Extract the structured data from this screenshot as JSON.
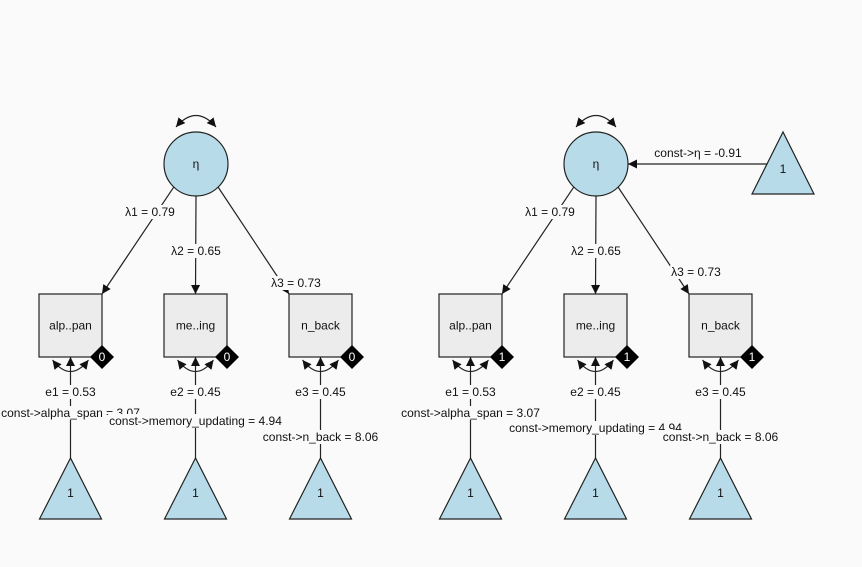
{
  "colors": {
    "background": "#fafafa",
    "latent_fill": "#b7dbe9",
    "manifest_fill": "#ececec",
    "constant_fill": "#b7dbe9",
    "stroke": "#222222",
    "diamond_fill": "#000000"
  },
  "models": [
    {
      "name": "model-left",
      "latent": {
        "label": "η"
      },
      "latent_mean": null,
      "loadings": [
        {
          "label": "λ1 = 0.79"
        },
        {
          "label": "λ2 = 0.65"
        },
        {
          "label": "λ3 = 0.73"
        }
      ],
      "indicators": [
        {
          "label": "alp..pan",
          "full": "alpha_span",
          "diamond": "0",
          "error": "e1 = 0.53",
          "intercept": "const->alpha_span = 3.07",
          "constant": "1"
        },
        {
          "label": "me..ing",
          "full": "memory_updating",
          "diamond": "0",
          "error": "e2 = 0.45",
          "intercept": "const->memory_updating = 4.94",
          "constant": "1"
        },
        {
          "label": "n_back",
          "full": "n_back",
          "diamond": "0",
          "error": "e3 = 0.45",
          "intercept": "const->n_back = 8.06",
          "constant": "1"
        }
      ]
    },
    {
      "name": "model-right",
      "latent": {
        "label": "η"
      },
      "latent_mean": {
        "label": "const->η = -0.91",
        "constant": "1"
      },
      "loadings": [
        {
          "label": "λ1 = 0.79"
        },
        {
          "label": "λ2 = 0.65"
        },
        {
          "label": "λ3 = 0.73"
        }
      ],
      "indicators": [
        {
          "label": "alp..pan",
          "full": "alpha_span",
          "diamond": "1",
          "error": "e1 = 0.53",
          "intercept": "const->alpha_span = 3.07",
          "constant": "1"
        },
        {
          "label": "me..ing",
          "full": "memory_updating",
          "diamond": "1",
          "error": "e2 = 0.45",
          "intercept": "const->memory_updating = 4.94",
          "constant": "1"
        },
        {
          "label": "n_back",
          "full": "n_back",
          "diamond": "1",
          "error": "e3 = 0.45",
          "intercept": "const->n_back = 8.06",
          "constant": "1"
        }
      ]
    }
  ]
}
